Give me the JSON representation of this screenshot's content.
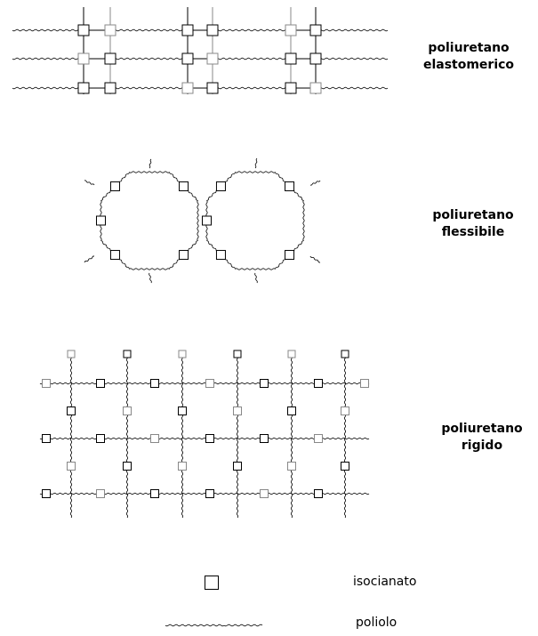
{
  "labels": {
    "elastomerico": [
      "poliuretano",
      "elastomerico"
    ],
    "flessibile": [
      "poliuretano",
      "flessibile"
    ],
    "rigido": [
      "poliuretano",
      "rigido"
    ]
  },
  "legend": {
    "isocianato": "isocianato",
    "poliolo": "poliolo"
  },
  "colors": {
    "ink": "#000000",
    "light": "#888888"
  }
}
